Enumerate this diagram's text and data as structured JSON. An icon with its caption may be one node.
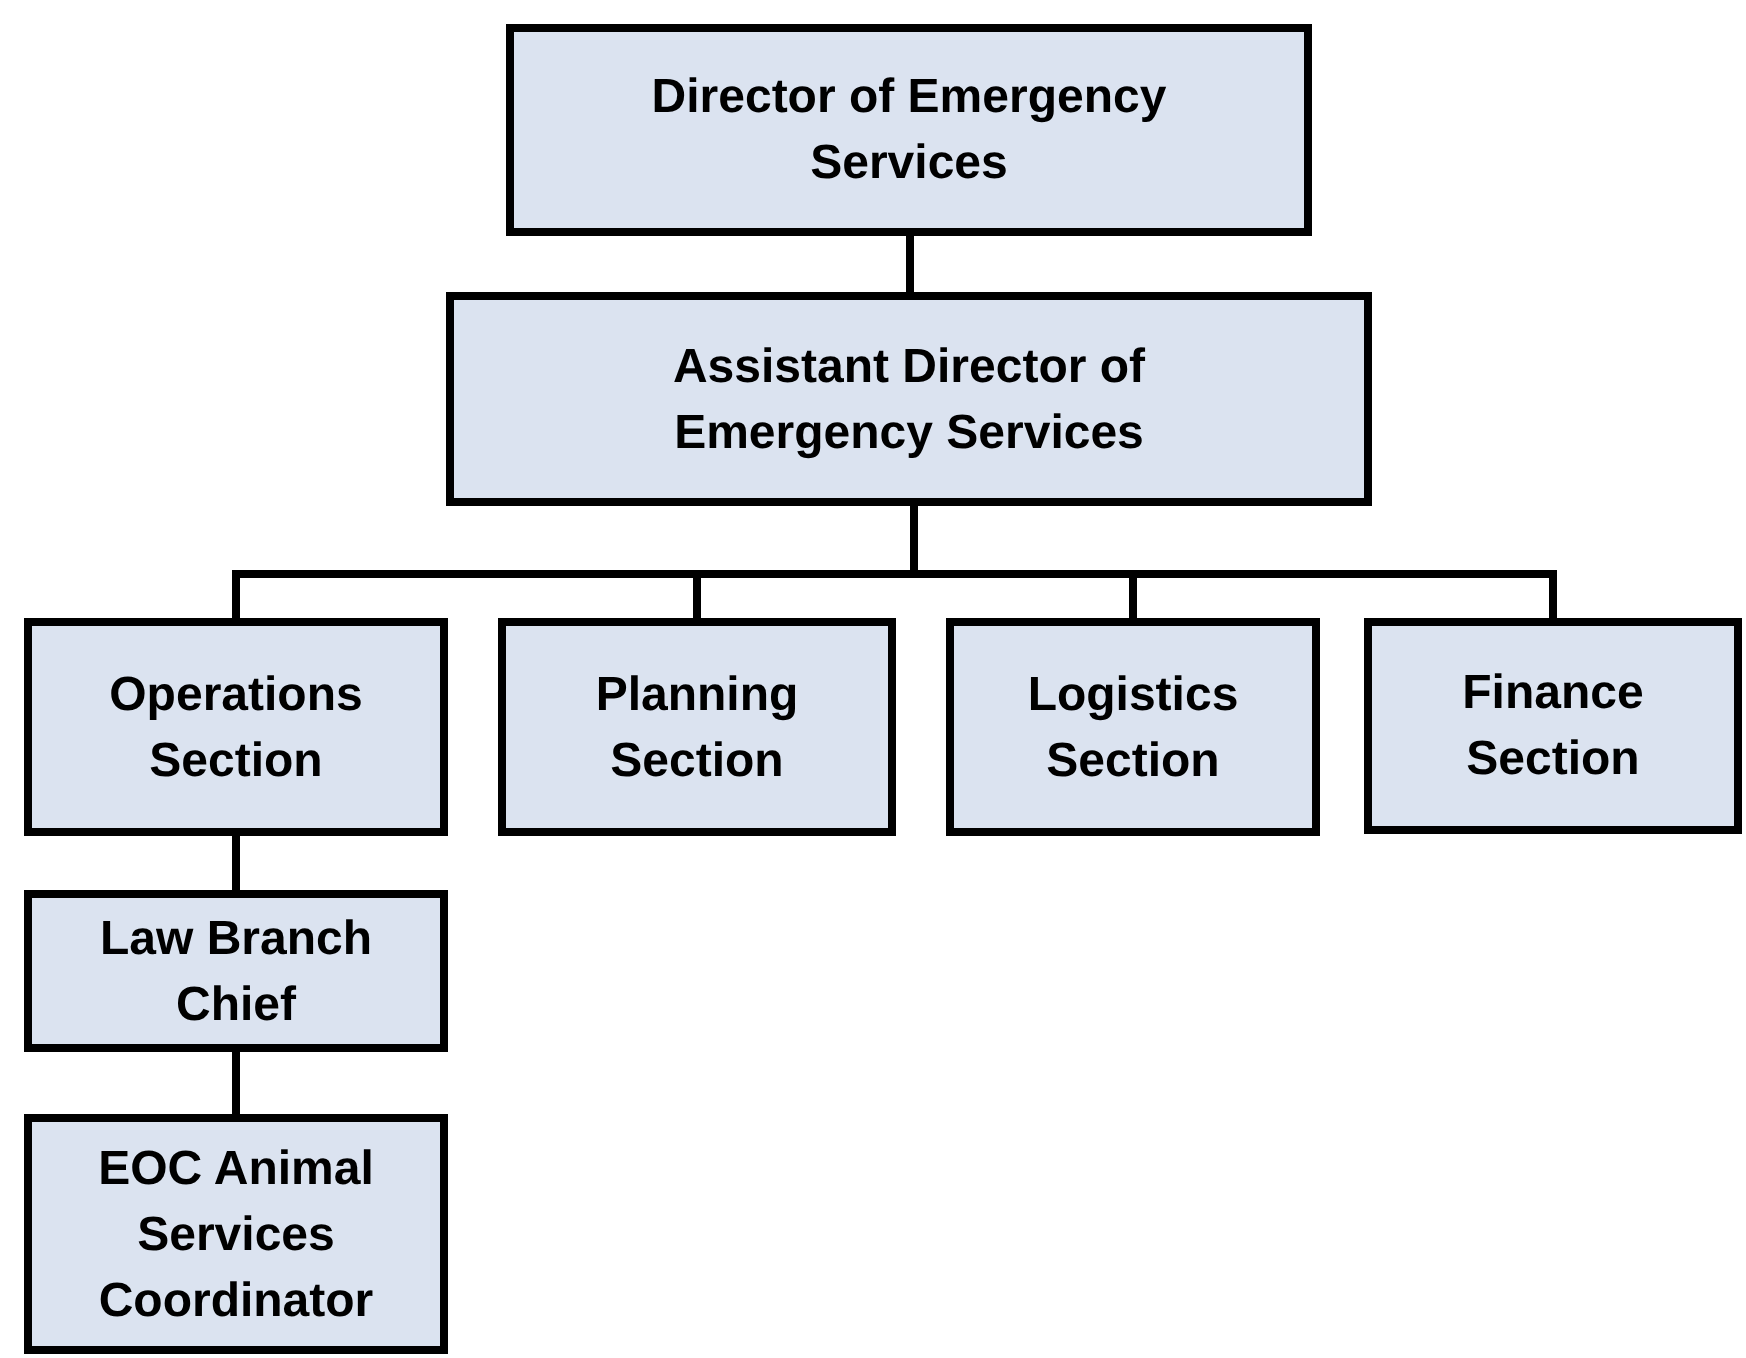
{
  "diagram": {
    "nodes": [
      {
        "text": [
          "Director of Emergency Services"
        ]
      },
      {
        "text": [
          "Assistant Director of Emergency Services"
        ]
      },
      {
        "text": [
          "Operations Section"
        ]
      },
      {
        "text": [
          "Planning Section"
        ]
      },
      {
        "text": [
          "Logistics Section"
        ]
      },
      {
        "text": [
          "Finance Section"
        ]
      },
      {
        "text": [
          "Law Branch Chief"
        ]
      },
      {
        "text": [
          "EOC Animal Services Coordinator"
        ]
      }
    ],
    "edges": [
      {
        "from": 0,
        "to": 1,
        "arrow": "none"
      },
      {
        "from": 1,
        "to": 2,
        "arrow": "none"
      },
      {
        "from": 1,
        "to": 3,
        "arrow": "none"
      },
      {
        "from": 1,
        "to": 4,
        "arrow": "none"
      },
      {
        "from": 1,
        "to": 5,
        "arrow": "none"
      },
      {
        "from": 2,
        "to": 6,
        "arrow": "none"
      },
      {
        "from": 6,
        "to": 7,
        "arrow": "none"
      }
    ]
  }
}
